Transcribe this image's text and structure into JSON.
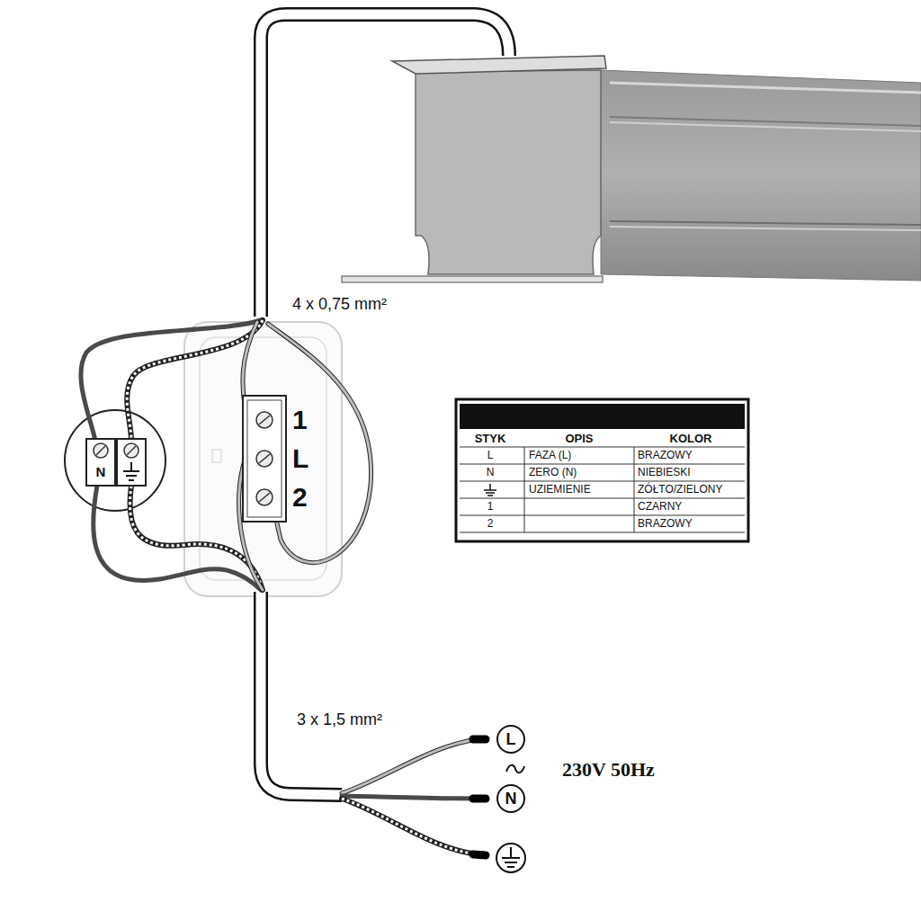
{
  "diagram": {
    "nodes": [
      {
        "text": [
          "L"
        ]
      },
      {
        "text": [
          "N"
        ]
      }
    ],
    "labels": [
      "4 x 0,75 mm²",
      "1",
      "L",
      "2",
      "N",
      "3 x 1,5 mm²",
      "230V 50Hz",
      "STYK",
      "OPIS",
      "KOLOR",
      "L",
      "FAZA (L)",
      "BRAZOWY",
      "N",
      "ZERO (N)",
      "NIEBIESKI",
      "UZIEMIENIE",
      "ZÓŁTO/ZIELONY",
      "1",
      "CZARNY",
      "2",
      "BRAZOWY"
    ]
  }
}
